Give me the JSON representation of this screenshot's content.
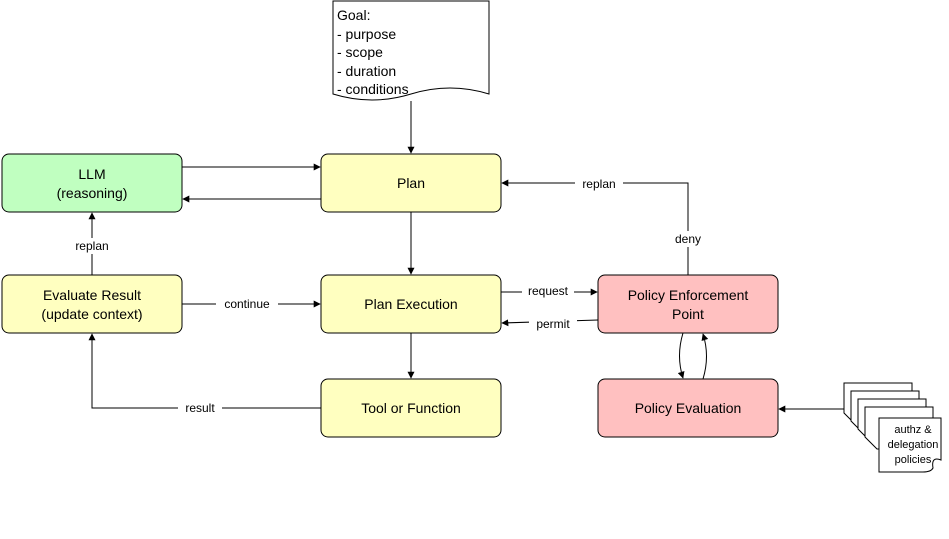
{
  "colors": {
    "yellow_fill": "#ffffc0",
    "green_fill": "#c0ffc0",
    "red_fill": "#ffc0c0",
    "stroke": "#000000"
  },
  "nodes": {
    "goal": {
      "lines": [
        "Goal:",
        "- purpose",
        "- scope",
        "- duration",
        "- conditions"
      ]
    },
    "llm": {
      "lines": [
        "LLM",
        "(reasoning)"
      ]
    },
    "plan": {
      "label": "Plan"
    },
    "plan_execution": {
      "label": "Plan Execution"
    },
    "evaluate_result": {
      "lines": [
        "Evaluate Result",
        "(update context)"
      ]
    },
    "tool": {
      "label": "Tool or Function"
    },
    "pep": {
      "lines": [
        "Policy Enforcement",
        "Point"
      ]
    },
    "policy_evaluation": {
      "label": "Policy Evaluation"
    },
    "policies": {
      "lines": [
        "authz &",
        "delegation",
        "policies"
      ]
    }
  },
  "edges": {
    "replan_top": "replan",
    "deny": "deny",
    "replan_left": "replan",
    "continue": "continue",
    "request": "request",
    "permit": "permit",
    "result": "result"
  }
}
